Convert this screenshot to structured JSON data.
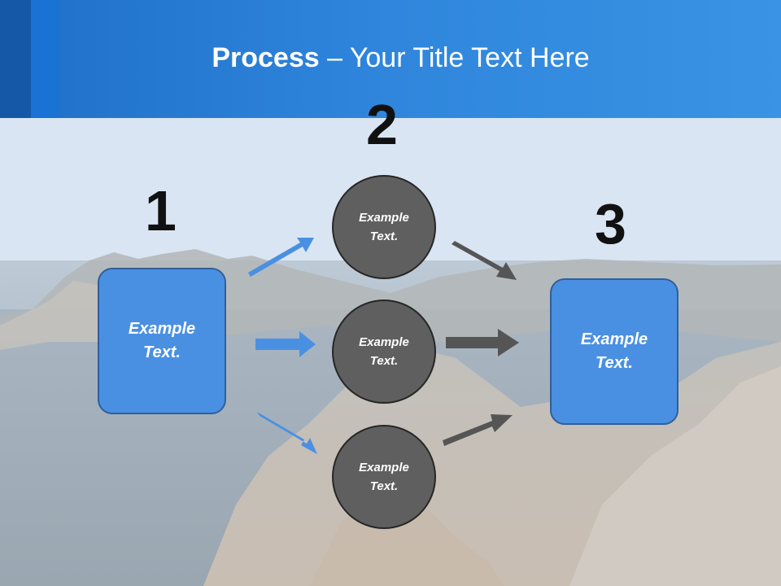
{
  "title": {
    "bold": "Process",
    "rest": " – Your Title Text Here"
  },
  "steps": [
    {
      "number": "1",
      "text": "Example\nText."
    },
    {
      "number": "2",
      "texts": [
        "Example\nText.",
        "Example\nText.",
        "Example\nText."
      ]
    },
    {
      "number": "3",
      "text": "Example\nText."
    }
  ],
  "colors": {
    "header": "#2f86dc",
    "box": "#4a90e2",
    "circle": "#5f5f5f",
    "blue_arrow": "#4a90e2",
    "gray_arrow": "#555555"
  }
}
